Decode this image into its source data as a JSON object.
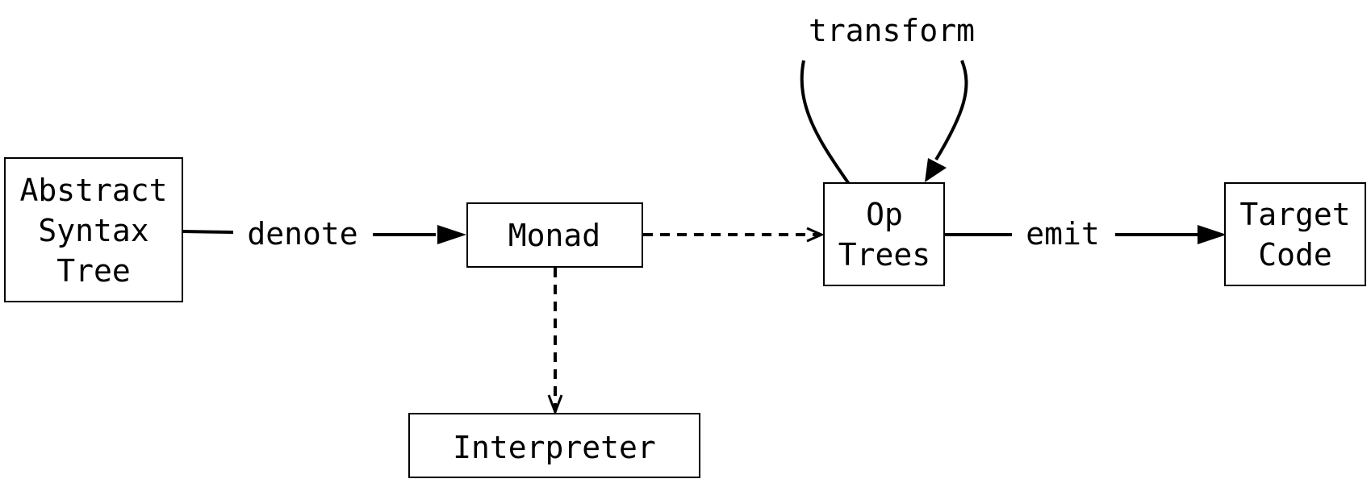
{
  "nodes": {
    "ast": {
      "lines": [
        "Abstract",
        "Syntax",
        "Tree"
      ]
    },
    "monad": {
      "lines": [
        "Monad"
      ]
    },
    "interpreter": {
      "lines": [
        "Interpreter"
      ]
    },
    "op_trees": {
      "lines": [
        "Op",
        "Trees"
      ]
    },
    "target_code": {
      "lines": [
        "Target",
        "Code"
      ]
    }
  },
  "edges": {
    "denote": {
      "label": "denote",
      "from": "Abstract Syntax Tree",
      "to": "Monad",
      "style": "solid"
    },
    "monad_to_op_trees": {
      "from": "Monad",
      "to": "Op Trees",
      "style": "dashed"
    },
    "monad_to_interpreter": {
      "from": "Monad",
      "to": "Interpreter",
      "style": "dashed"
    },
    "transform": {
      "label": "transform",
      "from": "Op Trees",
      "to": "Op Trees",
      "style": "solid"
    },
    "emit": {
      "label": "emit",
      "from": "Op Trees",
      "to": "Target Code",
      "style": "solid"
    }
  }
}
